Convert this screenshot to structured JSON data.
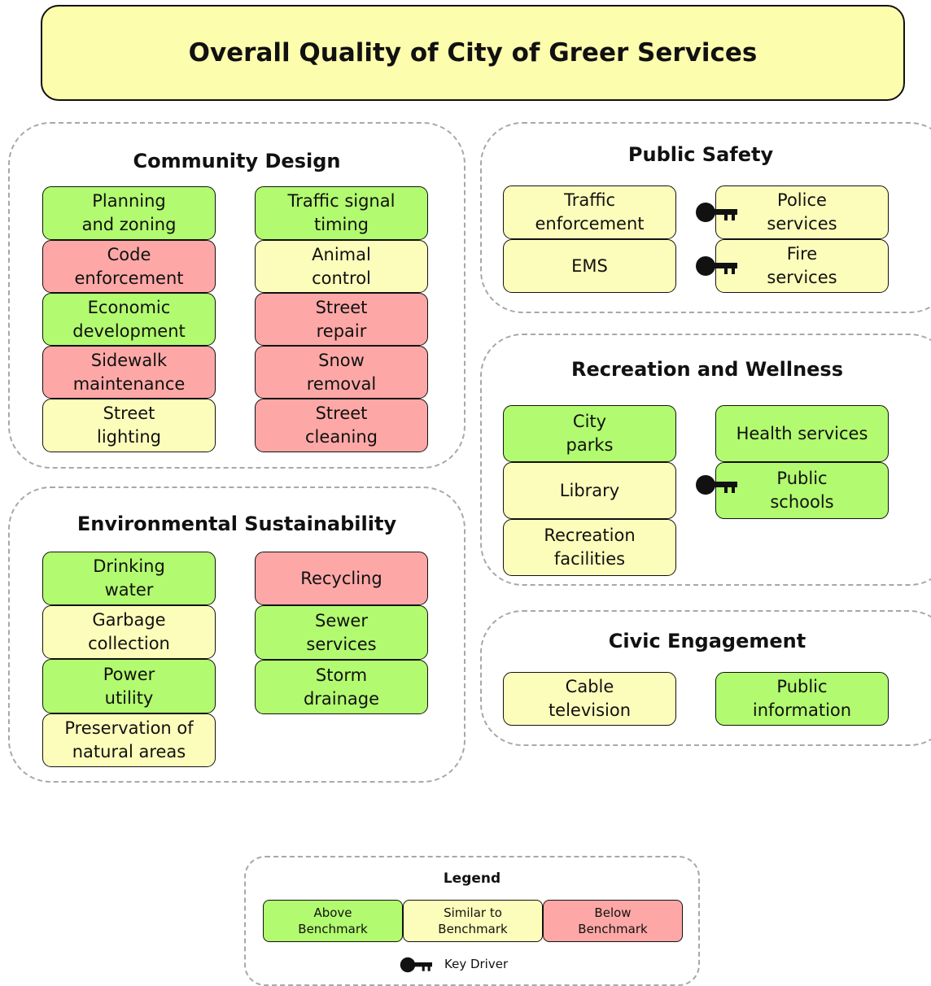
{
  "title": "Overall Quality of City of Greer Services",
  "colors": {
    "above": "#b2fa6f",
    "similar": "#fdfdbb",
    "below": "#fda8a6",
    "title_bg": "#fdfdae"
  },
  "sections": {
    "community_design": {
      "title": "Community Design",
      "tiles": [
        {
          "label": "Planning\nand zoning",
          "rating": "above"
        },
        {
          "label": "Code\nenforcement",
          "rating": "below"
        },
        {
          "label": "Economic\ndevelopment",
          "rating": "above"
        },
        {
          "label": "Sidewalk\nmaintenance",
          "rating": "below"
        },
        {
          "label": "Street\nlighting",
          "rating": "similar"
        },
        {
          "label": "Traffic signal\ntiming",
          "rating": "above"
        },
        {
          "label": "Animal\ncontrol",
          "rating": "similar"
        },
        {
          "label": "Street\nrepair",
          "rating": "below"
        },
        {
          "label": "Snow\nremoval",
          "rating": "below"
        },
        {
          "label": "Street\ncleaning",
          "rating": "below"
        }
      ]
    },
    "environmental_sustainability": {
      "title": "Environmental Sustainability",
      "tiles": [
        {
          "label": "Drinking\nwater",
          "rating": "above"
        },
        {
          "label": "Garbage\ncollection",
          "rating": "similar"
        },
        {
          "label": "Power\nutility",
          "rating": "above"
        },
        {
          "label": "Preservation of\nnatural areas",
          "rating": "similar"
        },
        {
          "label": "Recycling",
          "rating": "below"
        },
        {
          "label": "Sewer\nservices",
          "rating": "above"
        },
        {
          "label": "Storm\ndrainage",
          "rating": "above"
        }
      ]
    },
    "public_safety": {
      "title": "Public Safety",
      "tiles": [
        {
          "label": "Traffic\nenforcement",
          "rating": "similar",
          "key_driver": false
        },
        {
          "label": "EMS",
          "rating": "similar",
          "key_driver": false
        },
        {
          "label": "Police\nservices",
          "rating": "similar",
          "key_driver": true
        },
        {
          "label": "Fire\nservices",
          "rating": "similar",
          "key_driver": true
        }
      ]
    },
    "recreation_wellness": {
      "title": "Recreation and Wellness",
      "tiles": [
        {
          "label": "City\nparks",
          "rating": "above",
          "key_driver": false
        },
        {
          "label": "Library",
          "rating": "similar",
          "key_driver": false
        },
        {
          "label": "Recreation\nfacilities",
          "rating": "similar",
          "key_driver": false
        },
        {
          "label": "Health services",
          "rating": "above",
          "key_driver": false
        },
        {
          "label": "Public\nschools",
          "rating": "above",
          "key_driver": true
        }
      ]
    },
    "civic_engagement": {
      "title": "Civic Engagement",
      "tiles": [
        {
          "label": "Cable\ntelevision",
          "rating": "similar"
        },
        {
          "label": "Public\ninformation",
          "rating": "above"
        }
      ]
    }
  },
  "legend": {
    "title": "Legend",
    "above": "Above\nBenchmark",
    "similar": "Similar to\nBenchmark",
    "below": "Below\nBenchmark",
    "key_driver": "Key Driver"
  }
}
